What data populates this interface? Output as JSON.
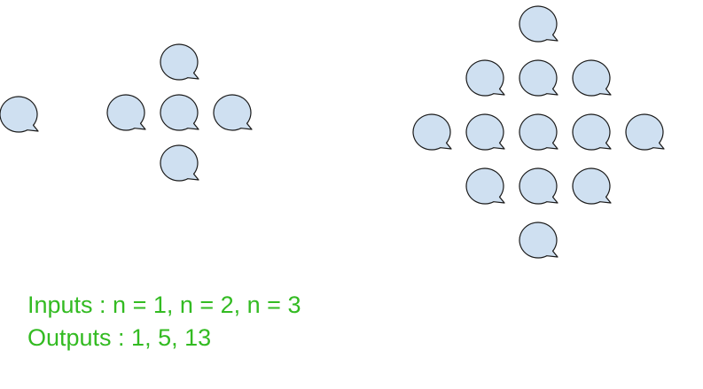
{
  "figures": [
    {
      "id": "n1",
      "bubbles": [
        {
          "row": 0,
          "col": 0
        }
      ]
    },
    {
      "id": "n2",
      "bubbles": [
        {
          "row": -1,
          "col": 0
        },
        {
          "row": 0,
          "col": -1
        },
        {
          "row": 0,
          "col": 0
        },
        {
          "row": 0,
          "col": 1
        },
        {
          "row": 1,
          "col": 0
        }
      ]
    },
    {
      "id": "n3",
      "bubbles": [
        {
          "row": -2,
          "col": 0
        },
        {
          "row": -1,
          "col": -1
        },
        {
          "row": -1,
          "col": 0
        },
        {
          "row": -1,
          "col": 1
        },
        {
          "row": 0,
          "col": -2
        },
        {
          "row": 0,
          "col": -1
        },
        {
          "row": 0,
          "col": 0
        },
        {
          "row": 0,
          "col": 1
        },
        {
          "row": 0,
          "col": 2
        },
        {
          "row": 1,
          "col": -1
        },
        {
          "row": 1,
          "col": 0
        },
        {
          "row": 1,
          "col": 1
        },
        {
          "row": 2,
          "col": 0
        }
      ]
    }
  ],
  "caption": {
    "inputs": "Inputs : n = 1, n =  2,  n = 3",
    "outputs": "Outputs : 1,  5, 13"
  },
  "colors": {
    "bubble_fill": "#cfe0f1",
    "bubble_stroke": "#1a1a1a",
    "caption_text": "#33bb22"
  }
}
